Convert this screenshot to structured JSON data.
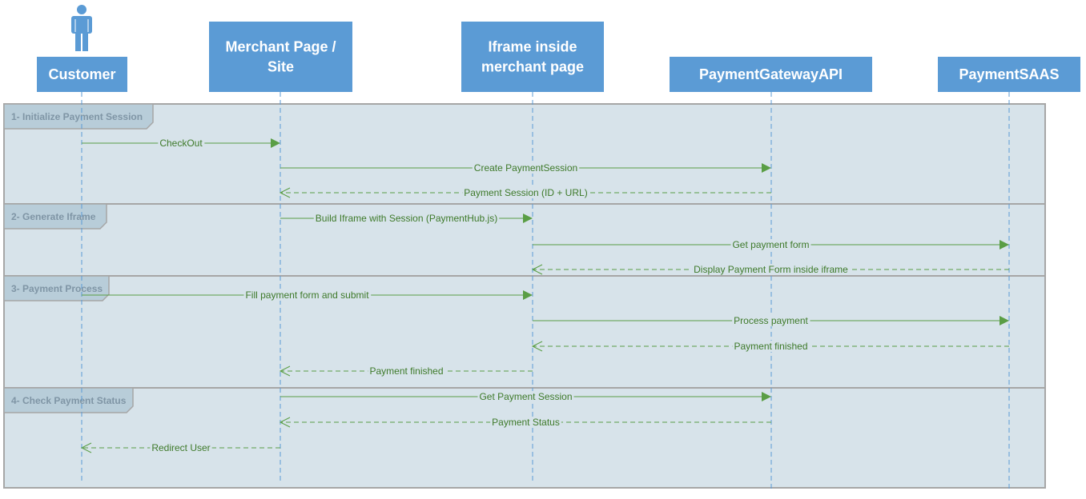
{
  "colors": {
    "lifeline_header": "#5b9bd5",
    "frame_fill": "#d7e3ea",
    "frame_tab": "#b8cdd9",
    "frame_border": "#a6a6a6",
    "message": "#5a9e45",
    "message_text": "#3e7a2a"
  },
  "participants": [
    {
      "id": "customer",
      "lines": [
        "Customer"
      ],
      "actor": true,
      "icon": "person-icon"
    },
    {
      "id": "merchant",
      "lines": [
        "Merchant Page /",
        "Site"
      ]
    },
    {
      "id": "iframe",
      "lines": [
        "Iframe inside",
        "merchant page"
      ]
    },
    {
      "id": "gateway",
      "lines": [
        "PaymentGatewayAPI"
      ]
    },
    {
      "id": "saas",
      "lines": [
        "PaymentSAAS"
      ]
    }
  ],
  "frames": [
    {
      "label": "1- Initialize Payment Session"
    },
    {
      "label": "2- Generate Iframe"
    },
    {
      "label": "3- Payment Process"
    },
    {
      "label": "4- Check Payment Status"
    }
  ],
  "messages": [
    {
      "from": "customer",
      "to": "merchant",
      "label": "CheckOut",
      "type": "sync"
    },
    {
      "from": "merchant",
      "to": "gateway",
      "label": "Create PaymentSession",
      "type": "sync"
    },
    {
      "from": "gateway",
      "to": "merchant",
      "label": "Payment Session (ID + URL)",
      "type": "return"
    },
    {
      "from": "merchant",
      "to": "iframe",
      "label": "Build Iframe with Session (PaymentHub.js)",
      "type": "sync"
    },
    {
      "from": "iframe",
      "to": "saas",
      "label": "Get payment form",
      "type": "sync"
    },
    {
      "from": "saas",
      "to": "iframe",
      "label": "Display Payment Form inside iframe",
      "type": "return"
    },
    {
      "from": "customer",
      "to": "iframe",
      "label": "Fill payment form and submit",
      "type": "sync"
    },
    {
      "from": "iframe",
      "to": "saas",
      "label": "Process payment",
      "type": "sync"
    },
    {
      "from": "saas",
      "to": "iframe",
      "label": "Payment finished",
      "type": "return"
    },
    {
      "from": "iframe",
      "to": "merchant",
      "label": "Payment finished",
      "type": "return"
    },
    {
      "from": "merchant",
      "to": "gateway",
      "label": "Get Payment Session",
      "type": "sync"
    },
    {
      "from": "gateway",
      "to": "merchant",
      "label": "Payment Status",
      "type": "return"
    },
    {
      "from": "merchant",
      "to": "customer",
      "label": "Redirect User",
      "type": "return"
    }
  ]
}
